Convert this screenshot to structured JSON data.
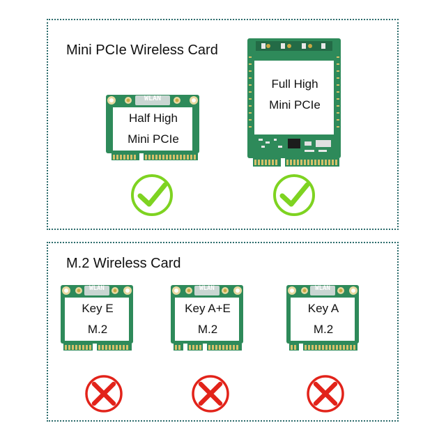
{
  "mini_panel": {
    "title": "Mini PCIe Wireless Card",
    "cards": [
      {
        "line1": "Half High",
        "line2": "Mini PCIe",
        "chip_text": "WLAN",
        "status": "check-icon"
      },
      {
        "line1": "Full High",
        "line2": "Mini PCIe",
        "status": "check-icon"
      }
    ]
  },
  "m2_panel": {
    "title": "M.2 Wireless Card",
    "cards": [
      {
        "line1": "Key E",
        "line2": "M.2",
        "chip_text": "WLAN",
        "status": "cross-icon"
      },
      {
        "line1": "Key A+E",
        "line2": "M.2",
        "chip_text": "WLAN",
        "status": "cross-icon"
      },
      {
        "line1": "Key A",
        "line2": "M.2",
        "chip_text": "WLAN",
        "status": "cross-icon"
      }
    ]
  },
  "colors": {
    "pcb": "#2e8a5a",
    "border": "#2b6b6b",
    "check": "#7ed321",
    "cross": "#e2231a"
  }
}
